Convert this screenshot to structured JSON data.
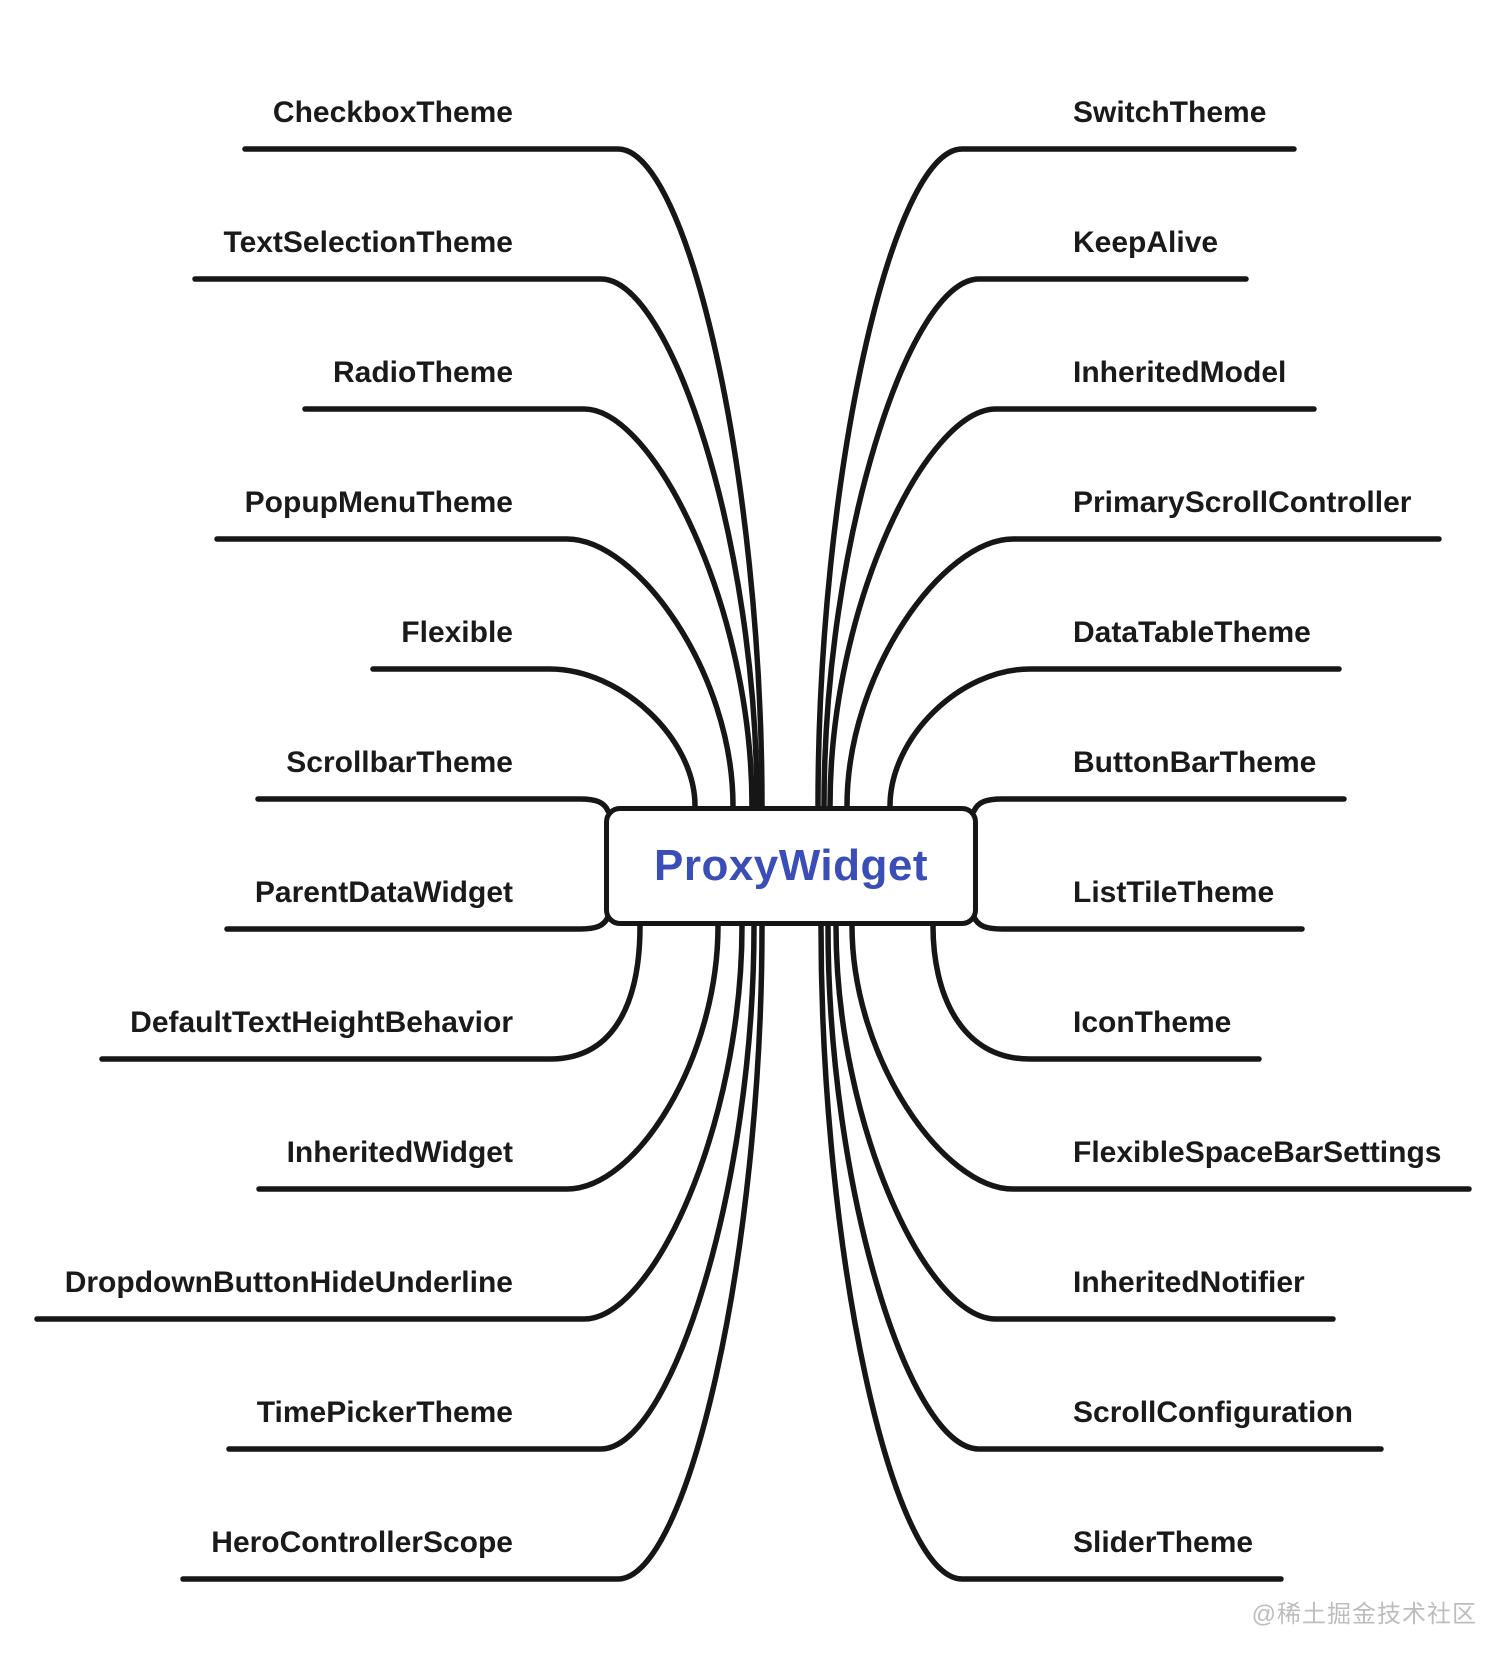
{
  "diagram": {
    "center": {
      "label": "ProxyWidget"
    },
    "left_branches": [
      "CheckboxTheme",
      "TextSelectionTheme",
      "RadioTheme",
      "PopupMenuTheme",
      "Flexible",
      "ScrollbarTheme",
      "ParentDataWidget",
      "DefaultTextHeightBehavior",
      "InheritedWidget",
      "DropdownButtonHideUnderline",
      "TimePickerTheme",
      "HeroControllerScope"
    ],
    "right_branches": [
      "SwitchTheme",
      "KeepAlive",
      "InheritedModel",
      "PrimaryScrollController",
      "DataTableTheme",
      "ButtonBarTheme",
      "ListTileTheme",
      "IconTheme",
      "FlexibleSpaceBarSettings",
      "InheritedNotifier",
      "ScrollConfiguration",
      "SliderTheme"
    ],
    "watermark": "@稀土掘金技术社区",
    "colors": {
      "background": "#ffffff",
      "line": "#161616",
      "label_text": "#1a1a1a",
      "center_text": "#3b4db6",
      "watermark_text": "#bdbdbd"
    }
  }
}
